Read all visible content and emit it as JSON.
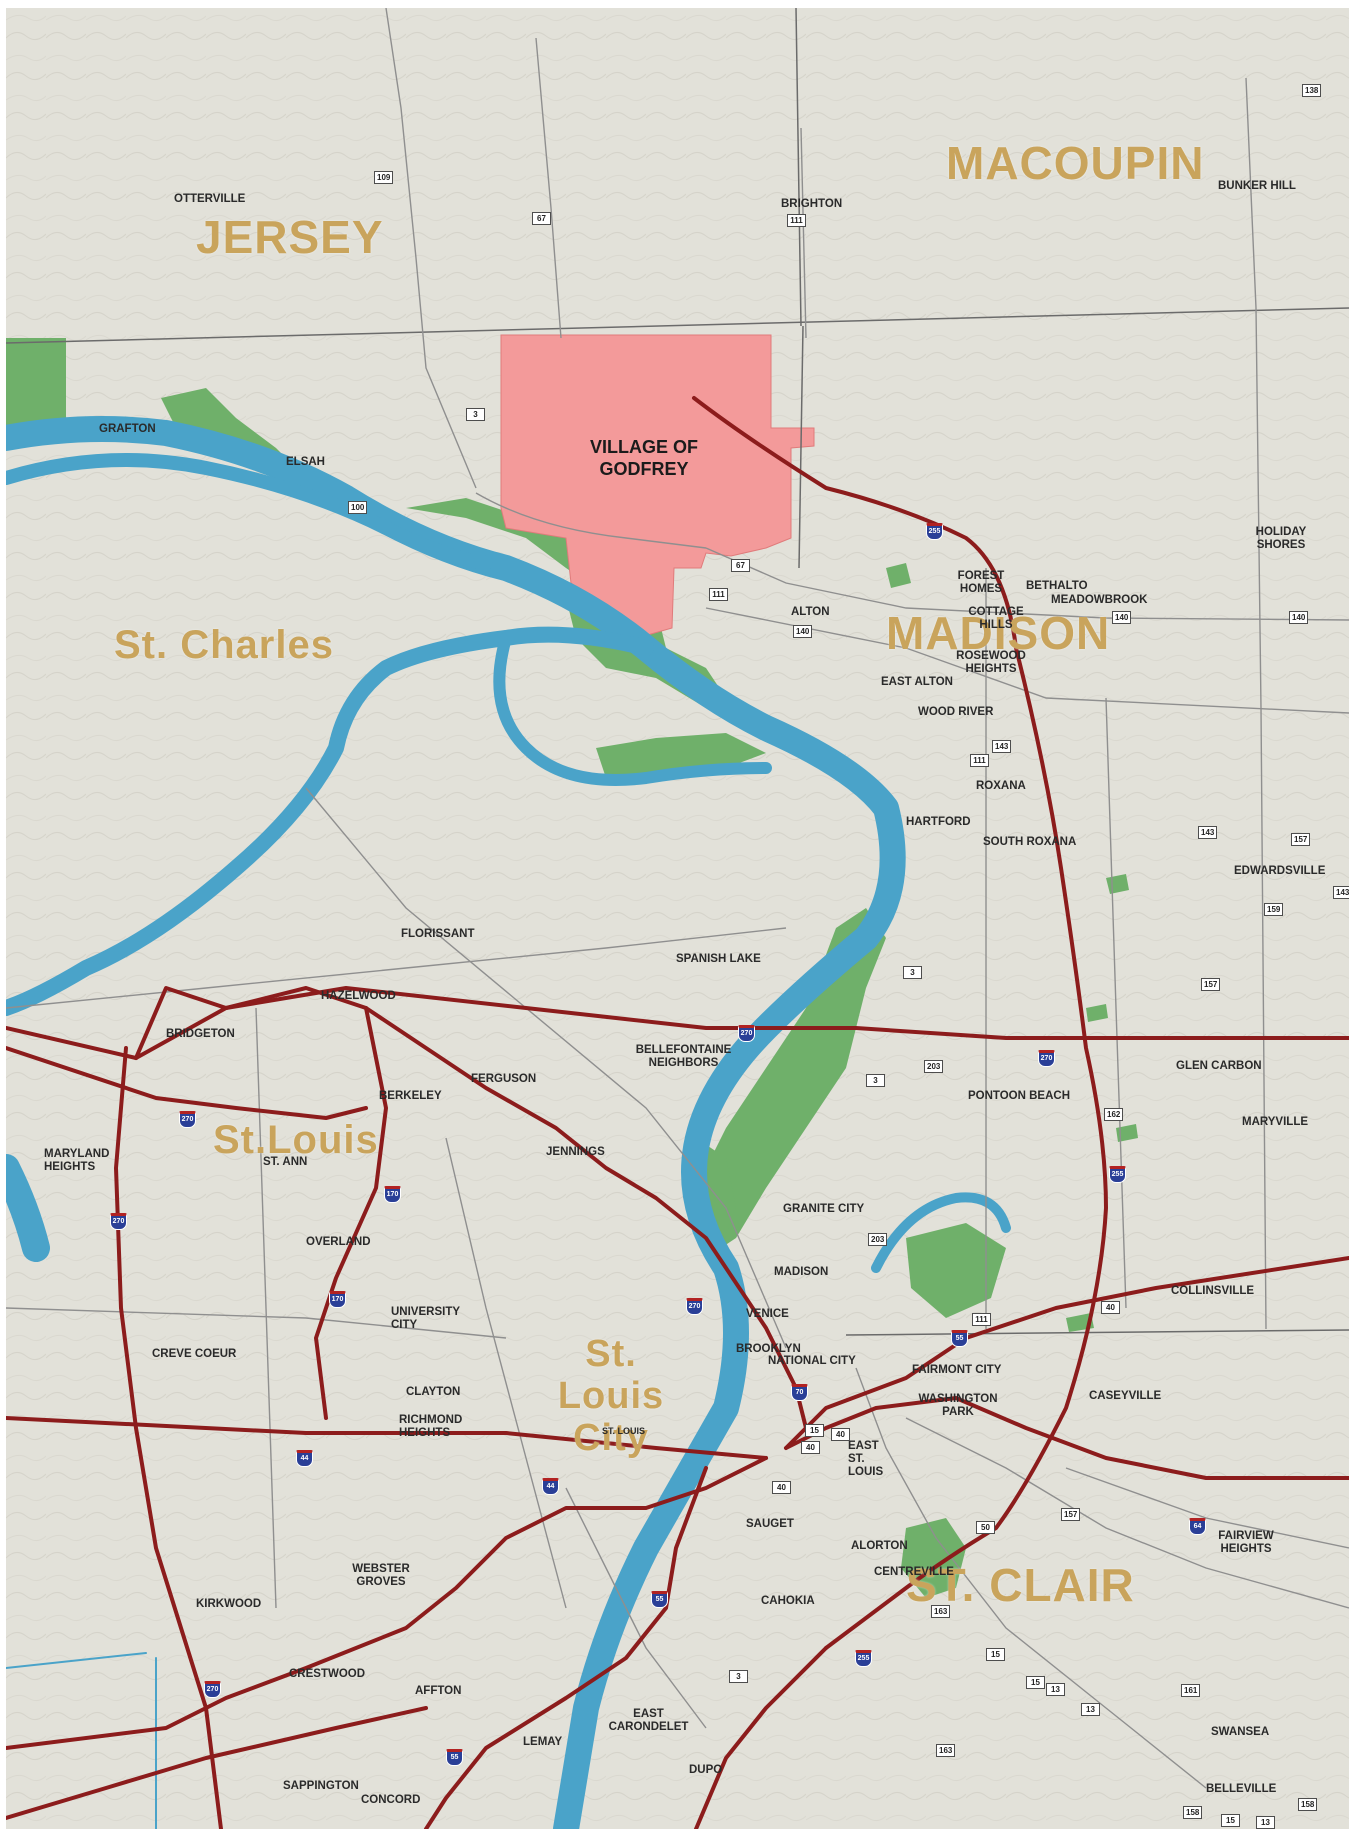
{
  "map": {
    "colors": {
      "land": "#e2e1d9",
      "water": "#4aa3c9",
      "parks": "#6fb06a",
      "godfrey": "#f39a9a",
      "interstate": "#8c1c1c",
      "road": "#8f8f8f",
      "county_label": "#c9a45c"
    },
    "counties": [
      {
        "id": "jersey",
        "label": "JERSEY"
      },
      {
        "id": "macoupin",
        "label": "MACOUPIN"
      },
      {
        "id": "st-charles",
        "label": "St. Charles"
      },
      {
        "id": "madison",
        "label": "MADISON"
      },
      {
        "id": "st-louis",
        "label": "St.Louis"
      },
      {
        "id": "st-louis-city",
        "label": "St. Louis City"
      },
      {
        "id": "st-clair",
        "label": "ST. CLAIR"
      }
    ],
    "highlight": {
      "label": "VILLAGE OF GODFREY"
    },
    "places": [
      {
        "id": "otterville",
        "label": "OTTERVILLE"
      },
      {
        "id": "brighton",
        "label": "BRIGHTON"
      },
      {
        "id": "bunker-hill",
        "label": "BUNKER HILL"
      },
      {
        "id": "grafton",
        "label": "GRAFTON"
      },
      {
        "id": "elsah",
        "label": "ELSAH"
      },
      {
        "id": "holiday-shores",
        "label": "HOLIDAY SHORES"
      },
      {
        "id": "forest-homes",
        "label": "FOREST HOMES"
      },
      {
        "id": "bethalto",
        "label": "BETHALTO"
      },
      {
        "id": "meadowbrook",
        "label": "MEADOWBROOK"
      },
      {
        "id": "alton",
        "label": "ALTON"
      },
      {
        "id": "cottage-hills",
        "label": "COTTAGE HILLS"
      },
      {
        "id": "rosewood-heights",
        "label": "ROSEWOOD HEIGHTS"
      },
      {
        "id": "east-alton",
        "label": "EAST ALTON"
      },
      {
        "id": "wood-river",
        "label": "WOOD RIVER"
      },
      {
        "id": "roxana",
        "label": "ROXANA"
      },
      {
        "id": "hartford",
        "label": "HARTFORD"
      },
      {
        "id": "south-roxana",
        "label": "SOUTH ROXANA"
      },
      {
        "id": "edwardsville",
        "label": "EDWARDSVILLE"
      },
      {
        "id": "florissant",
        "label": "FLORISSANT"
      },
      {
        "id": "spanish-lake",
        "label": "SPANISH LAKE"
      },
      {
        "id": "hazelwood",
        "label": "HAZELWOOD"
      },
      {
        "id": "bridgeton",
        "label": "BRIDGETON"
      },
      {
        "id": "bellefontaine-neighbors",
        "label": "BELLEFONTAINE NEIGHBORS"
      },
      {
        "id": "glen-carbon",
        "label": "GLEN CARBON"
      },
      {
        "id": "ferguson",
        "label": "FERGUSON"
      },
      {
        "id": "berkeley",
        "label": "BERKELEY"
      },
      {
        "id": "pontoon-beach",
        "label": "PONTOON BEACH"
      },
      {
        "id": "maryville",
        "label": "MARYVILLE"
      },
      {
        "id": "maryland-heights",
        "label": "MARYLAND HEIGHTS"
      },
      {
        "id": "st-ann",
        "label": "ST. ANN"
      },
      {
        "id": "jennings",
        "label": "JENNINGS"
      },
      {
        "id": "granite-city",
        "label": "GRANITE CITY"
      },
      {
        "id": "overland",
        "label": "OVERLAND"
      },
      {
        "id": "madison-city",
        "label": "MADISON"
      },
      {
        "id": "collinsville",
        "label": "COLLINSVILLE"
      },
      {
        "id": "university-city",
        "label": "UNIVERSITY CITY"
      },
      {
        "id": "venice",
        "label": "VENICE"
      },
      {
        "id": "creve-coeur",
        "label": "CREVE COEUR"
      },
      {
        "id": "brooklyn",
        "label": "BROOKLYN"
      },
      {
        "id": "national-city",
        "label": "NATIONAL CITY"
      },
      {
        "id": "fairmont-city",
        "label": "FAIRMONT CITY"
      },
      {
        "id": "clayton",
        "label": "CLAYTON"
      },
      {
        "id": "washington-park",
        "label": "WASHINGTON PARK"
      },
      {
        "id": "caseyville",
        "label": "CASEYVILLE"
      },
      {
        "id": "richmond-heights",
        "label": "RICHMOND HEIGHTS"
      },
      {
        "id": "st-louis-downtown",
        "label": "ST. LOUIS"
      },
      {
        "id": "east-st-louis",
        "label": "EAST ST. LOUIS"
      },
      {
        "id": "sauget",
        "label": "SAUGET"
      },
      {
        "id": "fairview-heights",
        "label": "FAIRVIEW HEIGHTS"
      },
      {
        "id": "alorton",
        "label": "ALORTON"
      },
      {
        "id": "centreville",
        "label": "CENTREVILLE"
      },
      {
        "id": "webster-groves",
        "label": "WEBSTER GROVES"
      },
      {
        "id": "kirkwood",
        "label": "KIRKWOOD"
      },
      {
        "id": "cahokia",
        "label": "CAHOKIA"
      },
      {
        "id": "crestwood",
        "label": "CRESTWOOD"
      },
      {
        "id": "affton",
        "label": "AFFTON"
      },
      {
        "id": "east-carondelet",
        "label": "EAST CARONDELET"
      },
      {
        "id": "lemay",
        "label": "LEMAY"
      },
      {
        "id": "swansea",
        "label": "SWANSEA"
      },
      {
        "id": "dupo",
        "label": "DUPO"
      },
      {
        "id": "sappington",
        "label": "SAPPINGTON"
      },
      {
        "id": "concord",
        "label": "CONCORD"
      },
      {
        "id": "belleville",
        "label": "BELLEVILLE"
      }
    ],
    "route_shields": [
      {
        "id": "r138",
        "label": "138"
      },
      {
        "id": "r109",
        "label": "109"
      },
      {
        "id": "r67a",
        "label": "67"
      },
      {
        "id": "r111a",
        "label": "111"
      },
      {
        "id": "r3a",
        "label": "3"
      },
      {
        "id": "r100",
        "label": "100"
      },
      {
        "id": "r67b",
        "label": "67"
      },
      {
        "id": "r111b",
        "label": "111"
      },
      {
        "id": "r140a",
        "label": "140"
      },
      {
        "id": "r140b",
        "label": "140"
      },
      {
        "id": "r140c",
        "label": "140"
      },
      {
        "id": "r143a",
        "label": "143"
      },
      {
        "id": "r111c",
        "label": "111"
      },
      {
        "id": "r143b",
        "label": "143"
      },
      {
        "id": "r157a",
        "label": "157"
      },
      {
        "id": "r159",
        "label": "159"
      },
      {
        "id": "r143c",
        "label": "143"
      },
      {
        "id": "r157b",
        "label": "157"
      },
      {
        "id": "r3b",
        "label": "3"
      },
      {
        "id": "r203a",
        "label": "203"
      },
      {
        "id": "r3c",
        "label": "3"
      },
      {
        "id": "r162",
        "label": "162"
      },
      {
        "id": "r203b",
        "label": "203"
      },
      {
        "id": "r111d",
        "label": "111"
      },
      {
        "id": "r40a",
        "label": "40"
      },
      {
        "id": "r15a",
        "label": "15"
      },
      {
        "id": "r40b",
        "label": "40"
      },
      {
        "id": "r40c",
        "label": "40"
      },
      {
        "id": "r40d",
        "label": "40"
      },
      {
        "id": "r157c",
        "label": "157"
      },
      {
        "id": "r50",
        "label": "50"
      },
      {
        "id": "r163a",
        "label": "163"
      },
      {
        "id": "r15b",
        "label": "15"
      },
      {
        "id": "r15c",
        "label": "15"
      },
      {
        "id": "r13a",
        "label": "13"
      },
      {
        "id": "r13b",
        "label": "13"
      },
      {
        "id": "r161",
        "label": "161"
      },
      {
        "id": "r163b",
        "label": "163"
      },
      {
        "id": "r3d",
        "label": "3"
      },
      {
        "id": "r158a",
        "label": "158"
      },
      {
        "id": "r158b",
        "label": "158"
      },
      {
        "id": "r15d",
        "label": "15"
      },
      {
        "id": "r13c",
        "label": "13"
      }
    ],
    "interstate_shields": [
      {
        "id": "i255a",
        "label": "255"
      },
      {
        "id": "i270a",
        "label": "270"
      },
      {
        "id": "i270b",
        "label": "270"
      },
      {
        "id": "i270c",
        "label": "270"
      },
      {
        "id": "i170a",
        "label": "170"
      },
      {
        "id": "i255b",
        "label": "255"
      },
      {
        "id": "i270d",
        "label": "270"
      },
      {
        "id": "i270e",
        "label": "270"
      },
      {
        "id": "i55",
        "label": "55"
      },
      {
        "id": "i170b",
        "label": "170"
      },
      {
        "id": "i70",
        "label": "70"
      },
      {
        "id": "i44a",
        "label": "44"
      },
      {
        "id": "i44b",
        "label": "44"
      },
      {
        "id": "i64",
        "label": "64"
      },
      {
        "id": "i55b",
        "label": "55"
      },
      {
        "id": "i255c",
        "label": "255"
      },
      {
        "id": "i270f",
        "label": "270"
      },
      {
        "id": "i55c",
        "label": "55"
      }
    ]
  }
}
